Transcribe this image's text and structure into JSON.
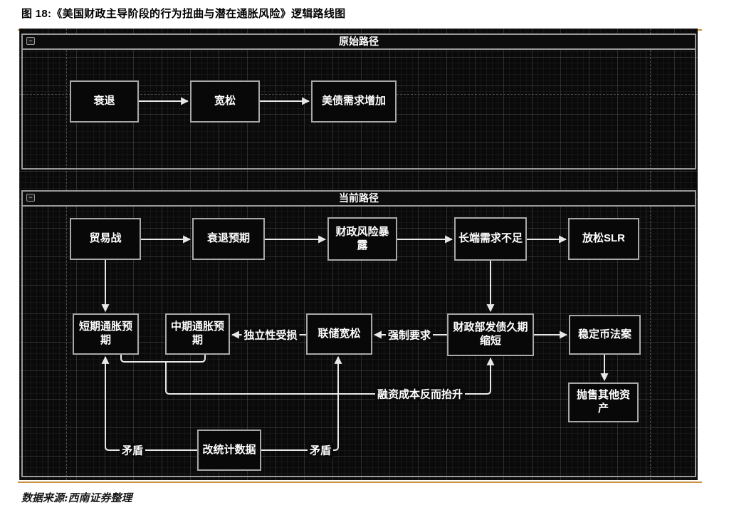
{
  "figure": {
    "title": "图 18:《美国财政主导阶段的行为扭曲与潜在通胀风险》逻辑路线图",
    "source_note": "数据来源:西南证券整理"
  },
  "panels": {
    "original": {
      "title": "原始路径",
      "collapse_glyph": "−"
    },
    "current": {
      "title": "当前路径",
      "collapse_glyph": "−"
    }
  },
  "nodes": {
    "recession": "衰退",
    "easing": "宽松",
    "ust_demand_increase": "美债需求增加",
    "trade_war": "贸易战",
    "recession_expectation": "衰退预期",
    "fiscal_risk_exposure": "财政风险暴露",
    "long_end_demand_shortfall": "长端需求不足",
    "relax_slr": "放松SLR",
    "short_term_inflation_expectation": "短期通胀预期",
    "mid_term_inflation_expectation": "中期通胀预期",
    "fed_easing": "联储宽松",
    "treasury_shorten_issuance_duration": "财政部发债久期缩短",
    "stablecoin_bill": "稳定币法案",
    "sell_other_assets": "抛售其他资产",
    "revise_statistics": "改统计数据"
  },
  "edge_labels": {
    "independence_impaired": "独立性受损",
    "mandatory_requirement": "强制要求",
    "funding_cost_rises": "融资成本反而抬升",
    "contradiction_left": "矛盾",
    "contradiction_right": "矛盾"
  },
  "colors": {
    "accent_rule": "#C9913F",
    "canvas_bg": "#0A0A0A",
    "node_fill": "#080808",
    "node_border": "#A8A8A8",
    "panel_border": "#9A9A9A",
    "edge": "#E8E8E8",
    "text": "#FFFFFF",
    "title_text": "#000000"
  }
}
